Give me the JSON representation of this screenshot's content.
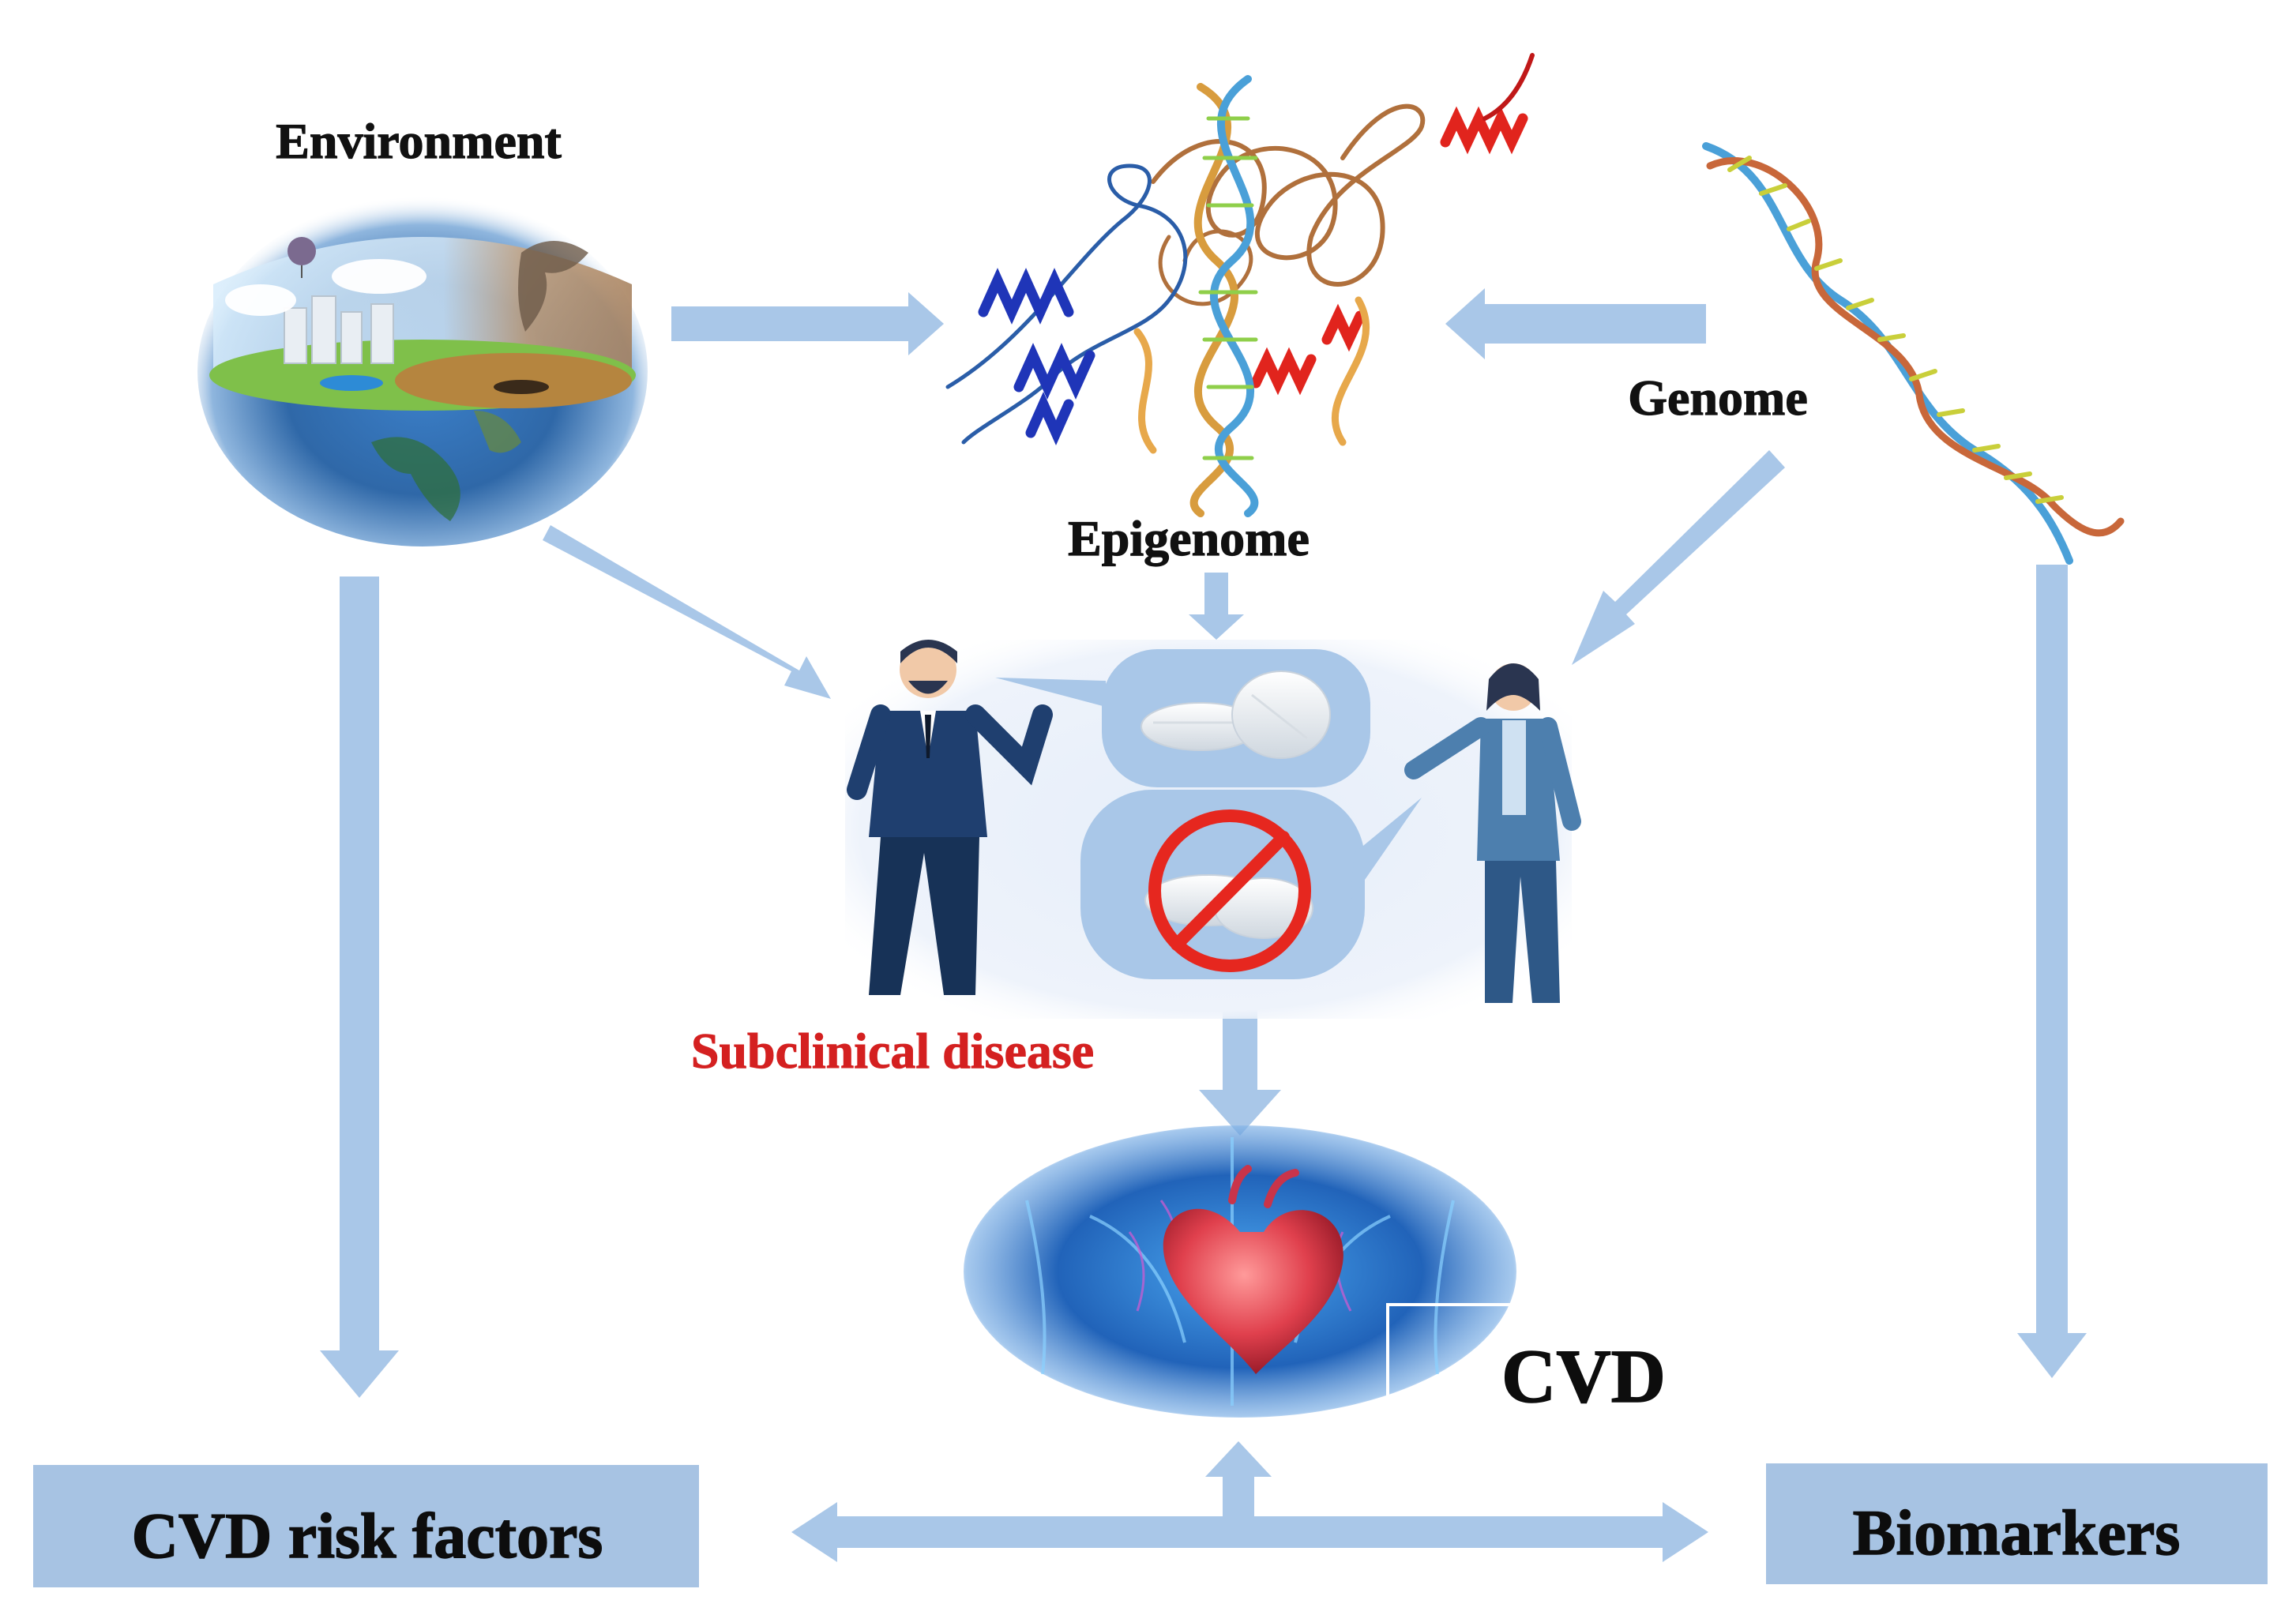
{
  "diagram": {
    "nodes": {
      "environment": {
        "label": "Environment"
      },
      "epigenome": {
        "label": "Epigenome"
      },
      "genome": {
        "label": "Genome"
      },
      "subclinical": {
        "label": "Subclinical disease"
      },
      "cvd": {
        "label": "CVD"
      },
      "risk_factors": {
        "label": "CVD risk factors"
      },
      "biomarkers": {
        "label": "Biomarkers"
      }
    },
    "edges": [
      {
        "from": "environment",
        "to": "epigenome"
      },
      {
        "from": "genome",
        "to": "epigenome"
      },
      {
        "from": "environment",
        "to": "subclinical"
      },
      {
        "from": "epigenome",
        "to": "subclinical"
      },
      {
        "from": "genome",
        "to": "subclinical"
      },
      {
        "from": "subclinical",
        "to": "cvd"
      },
      {
        "from": "environment",
        "to": "risk_factors"
      },
      {
        "from": "genome",
        "to": "biomarkers"
      },
      {
        "from": "risk_factors",
        "to": "biomarkers",
        "bidirectional": true
      },
      {
        "from": "risk_factors",
        "to": "cvd"
      }
    ],
    "colors": {
      "arrow": "#a9c7e8",
      "box": "#a7c3e3",
      "subclinical_text": "#d42020",
      "label_text": "#111111"
    },
    "icons": [
      "environment-earth-illustration",
      "dna-protein-helix-illustration",
      "dna-double-helix-icon",
      "doctor-figure",
      "patient-figure",
      "pill-icon",
      "no-pill-icon",
      "heart-anatomy-illustration"
    ]
  }
}
